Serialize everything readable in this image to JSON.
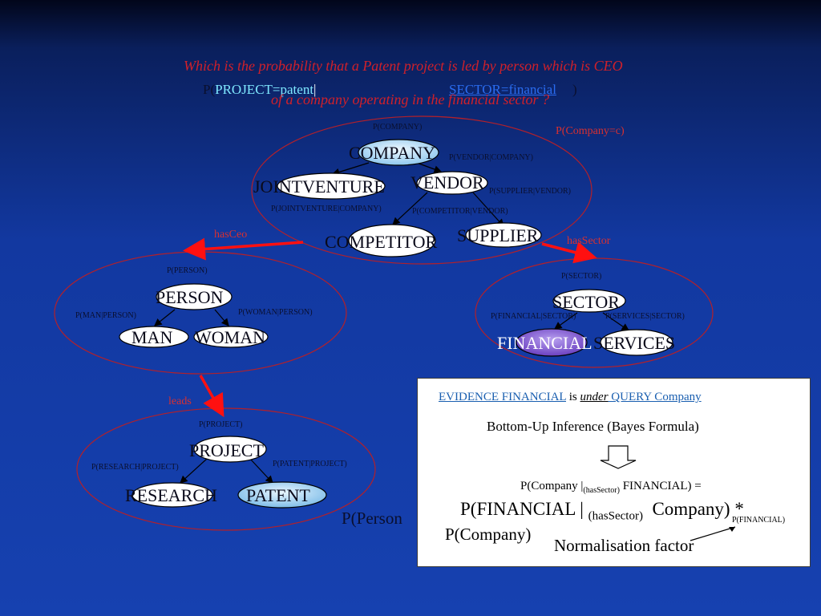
{
  "title": {
    "question_line1": "Which is the probability that a Patent project is led by person which is CEO",
    "question_line2": "of  a company operating in the financial sector ?",
    "formula_prefix": "P(",
    "formula_project": "PROJECT=patent",
    "formula_sep": "|",
    "formula_sector": "SECTOR=financial",
    "formula_suffix": ")"
  },
  "company_cluster": {
    "prob_label": "P(COMPANY)",
    "company_eq": "P(Company=c)",
    "nodes": {
      "company": "COMPANY",
      "jointventure": "JOINTVENTURE",
      "vendor": "VENDOR",
      "competitor": "COMPETITOR",
      "supplier": "SUPPLIER"
    },
    "edges": {
      "vendor_company": "P(VENDOR|COMPANY)",
      "supplier_vendor": "P(SUPPLIER|VENDOR)",
      "jointventure_company": "P(JOINTVENTURE|COMPANY)",
      "competitor_vendor": "P(COMPETITOR|VENDOR)"
    }
  },
  "relations": {
    "hasceo": "hasCeo",
    "hassector": "hasSector",
    "leads": "leads"
  },
  "person_cluster": {
    "prob_label": "P(PERSON)",
    "nodes": {
      "person": "PERSON",
      "man": "MAN",
      "woman": "WOMAN"
    },
    "edges": {
      "man_person": "P(MAN|PERSON)",
      "woman_person": "P(WOMAN|PERSON)"
    }
  },
  "sector_cluster": {
    "prob_label": "P(SECTOR)",
    "nodes": {
      "sector": "SECTOR",
      "financial": "FINANCIAL",
      "services": "SERVICES"
    },
    "edges": {
      "financial_sector": "P(FINANCIAL|SECTOR)",
      "services_sector": "P(SERVICES|SECTOR)"
    }
  },
  "project_cluster": {
    "prob_label": "P(PROJECT)",
    "nodes": {
      "project": "PROJECT",
      "research": "RESEARCH",
      "patent": "PATENT"
    },
    "edges": {
      "research_project": "P(RESEARCH|PROJECT)",
      "patent_project": "P(PATENT|PROJECT)"
    }
  },
  "bottom_partial": "P(Person",
  "evidence_box": {
    "heading_a": "EVIDENCE FINANCIAL",
    "heading_is": " is ",
    "heading_under": "under",
    "heading_query": " QUERY Company",
    "subtitle": "Bottom-Up Inference (Bayes Formula)",
    "eq_lhs": "P(Company |",
    "eq_sub": "(hasSector)",
    "eq_rhs": " FINANCIAL) =",
    "big_left": "P(FINANCIAL |",
    "big_sub": "(hasSector)",
    "big_right": "Company) *",
    "big_line2": "P(Company)",
    "norm_label": "Normalisation factor",
    "pfin_label": "P(FINANCIAL)"
  },
  "colors": {
    "accent_red": "#d0202a",
    "financial_node": "#7a55c8",
    "patent_node": "#9fd0ee",
    "company_node": "#b8dff5"
  }
}
